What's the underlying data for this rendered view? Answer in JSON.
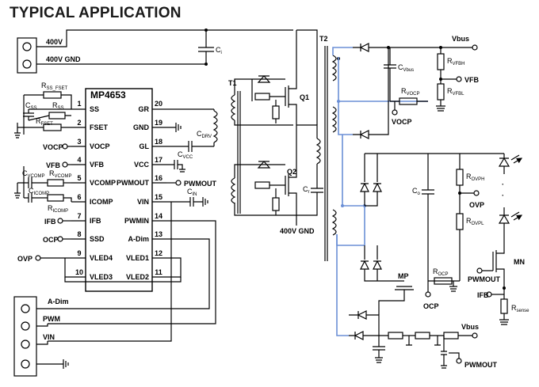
{
  "title": "TYPICAL APPLICATION",
  "chip": {
    "name": "MP4653",
    "left_pins": [
      {
        "num": "1",
        "name": "SS"
      },
      {
        "num": "2",
        "name": "FSET"
      },
      {
        "num": "3",
        "name": "VOCP"
      },
      {
        "num": "4",
        "name": "VFB"
      },
      {
        "num": "5",
        "name": "VCOMP"
      },
      {
        "num": "6",
        "name": "ICOMP"
      },
      {
        "num": "7",
        "name": "IFB"
      },
      {
        "num": "8",
        "name": "SSD"
      },
      {
        "num": "9",
        "name": "VLED4"
      },
      {
        "num": "10",
        "name": "VLED3"
      }
    ],
    "right_pins": [
      {
        "num": "20",
        "name": "GR"
      },
      {
        "num": "19",
        "name": "GND"
      },
      {
        "num": "18",
        "name": "GL"
      },
      {
        "num": "17",
        "name": "VCC"
      },
      {
        "num": "16",
        "name": "PWMOUT"
      },
      {
        "num": "15",
        "name": "VIN"
      },
      {
        "num": "14",
        "name": "PWMIN"
      },
      {
        "num": "13",
        "name": "A-Dim"
      },
      {
        "num": "12",
        "name": "VLED1"
      },
      {
        "num": "11",
        "name": "VLED2"
      }
    ]
  },
  "left_ports": {
    "vocp": "VOCP",
    "vfb": "VFB",
    "ifb": "IFB",
    "ocp": "OCP",
    "ovp": "OVP"
  },
  "input_connector": {
    "v400": "400V",
    "v400gnd": "400V GND"
  },
  "control_connector": {
    "adim": "A-Dim",
    "pwm": "PWM",
    "vin": "VIN"
  },
  "components": {
    "rss_fset": {
      "main": "R",
      "sub": "SS_FSET"
    },
    "css": {
      "main": "C",
      "sub": "SS"
    },
    "rss": {
      "main": "R",
      "sub": "SS"
    },
    "rfset": {
      "main": "R",
      "sub": "FSET"
    },
    "cvcomp": {
      "main": "C",
      "sub": "VCOMP"
    },
    "rvcomp": {
      "main": "R",
      "sub": "VCOMP"
    },
    "cicomp": {
      "main": "C",
      "sub": "ICOMP"
    },
    "ricomp": {
      "main": "R",
      "sub": "ICOMP"
    },
    "ci_top": {
      "main": "C",
      "sub": "i"
    },
    "cdrv": {
      "main": "C",
      "sub": "DRV"
    },
    "cvcc": {
      "main": "C",
      "sub": "VCC"
    },
    "cin": {
      "main": "C",
      "sub": "IN"
    },
    "cr": {
      "main": "C",
      "sub": "r"
    },
    "cvbus": {
      "main": "C",
      "sub": "Vbus"
    },
    "rvocp": {
      "main": "R",
      "sub": "VOCP"
    },
    "rvfbh": {
      "main": "R",
      "sub": "VFBH"
    },
    "rvfbl": {
      "main": "R",
      "sub": "VFBL"
    },
    "co": {
      "main": "C",
      "sub": "o"
    },
    "rovph": {
      "main": "R",
      "sub": "OVPH"
    },
    "rovpl": {
      "main": "R",
      "sub": "OVPL"
    },
    "rocp": {
      "main": "R",
      "sub": "OCP"
    },
    "rsense": {
      "main": "R",
      "sub": "sense"
    }
  },
  "labels": {
    "t1": "T1",
    "t2": "T2",
    "q1": "Q1",
    "q2": "Q2",
    "gnd400": "400V GND",
    "vbus_top": "Vbus",
    "vfb_right": "VFB",
    "vocp_right": "VOCP",
    "ovp_right": "OVP",
    "ocp_bottom": "OCP",
    "mp": "MP",
    "mn": "MN",
    "pwmout_mn": "PWMOUT",
    "ifb_right": "IFB",
    "vbus_bottom": "Vbus",
    "pwmout_bottom": "PWMOUT",
    "led_dots": "·"
  }
}
